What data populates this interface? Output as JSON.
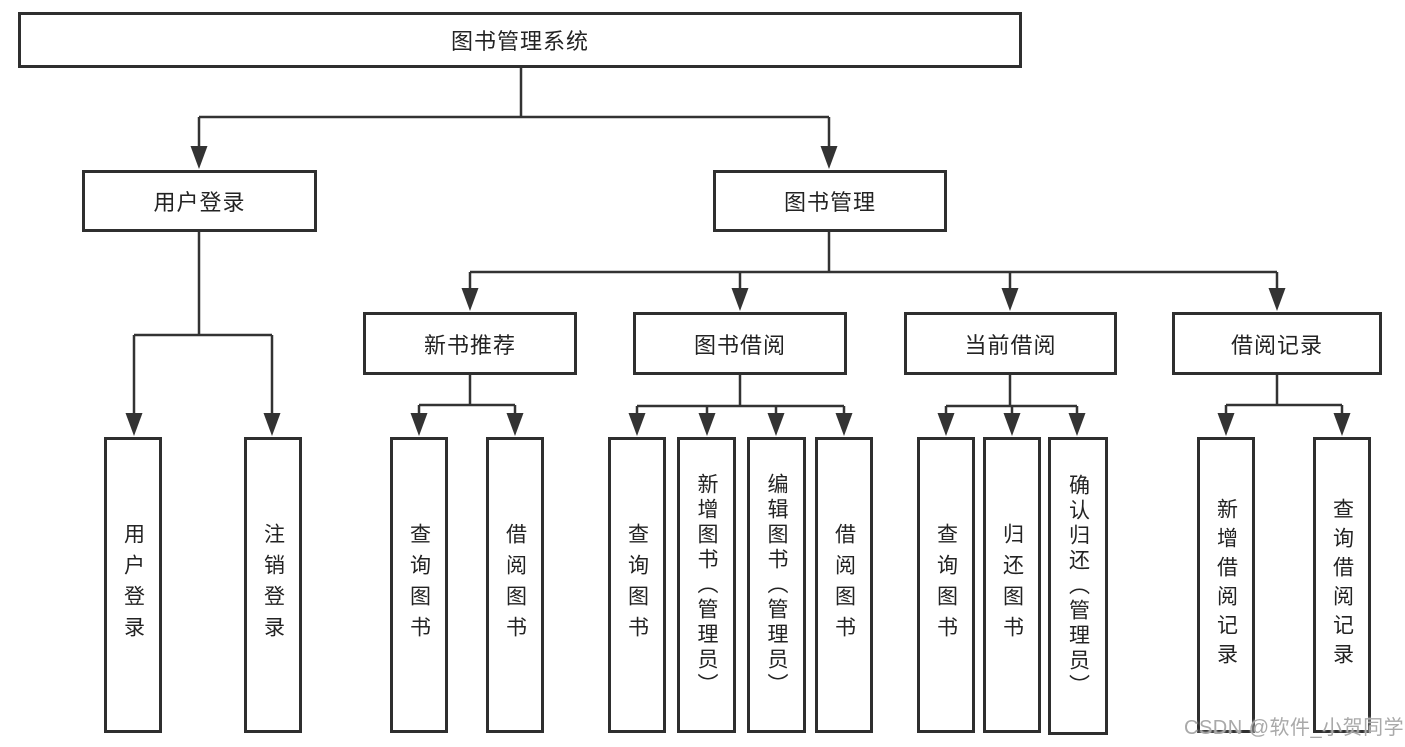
{
  "diagram": {
    "root": {
      "label": "图书管理系统"
    },
    "level2": [
      {
        "label": "用户登录"
      },
      {
        "label": "图书管理"
      }
    ],
    "level3": [
      {
        "label": "新书推荐"
      },
      {
        "label": "图书借阅"
      },
      {
        "label": "当前借阅"
      },
      {
        "label": "借阅记录"
      }
    ],
    "leaves": [
      {
        "label": "用户登录"
      },
      {
        "label": "注销登录"
      },
      {
        "label": "查询图书"
      },
      {
        "label": "借阅图书"
      },
      {
        "label": "查询图书"
      },
      {
        "label": "新增图书（管理员）"
      },
      {
        "label": "编辑图书（管理员）"
      },
      {
        "label": "借阅图书"
      },
      {
        "label": "查询图书"
      },
      {
        "label": "归还图书"
      },
      {
        "label": "确认归还（管理员）"
      },
      {
        "label": "新增借阅记录"
      },
      {
        "label": "查询借阅记录"
      }
    ],
    "hierarchy": {
      "图书管理系统": [
        "用户登录",
        "图书管理"
      ],
      "用户登录": [
        "用户登录",
        "注销登录"
      ],
      "图书管理": [
        "新书推荐",
        "图书借阅",
        "当前借阅",
        "借阅记录"
      ],
      "新书推荐": [
        "查询图书",
        "借阅图书"
      ],
      "图书借阅": [
        "查询图书",
        "新增图书（管理员）",
        "编辑图书（管理员）",
        "借阅图书"
      ],
      "当前借阅": [
        "查询图书",
        "归还图书",
        "确认归还（管理员）"
      ],
      "借阅记录": [
        "新增借阅记录",
        "查询借阅记录"
      ]
    }
  },
  "watermark": {
    "text": "CSDN @软件_小贺同学"
  },
  "colors": {
    "line": "#333333",
    "box_border": "#2f2f2f",
    "text": "#232323",
    "watermark": "#a9a9a9",
    "background": "#ffffff"
  }
}
